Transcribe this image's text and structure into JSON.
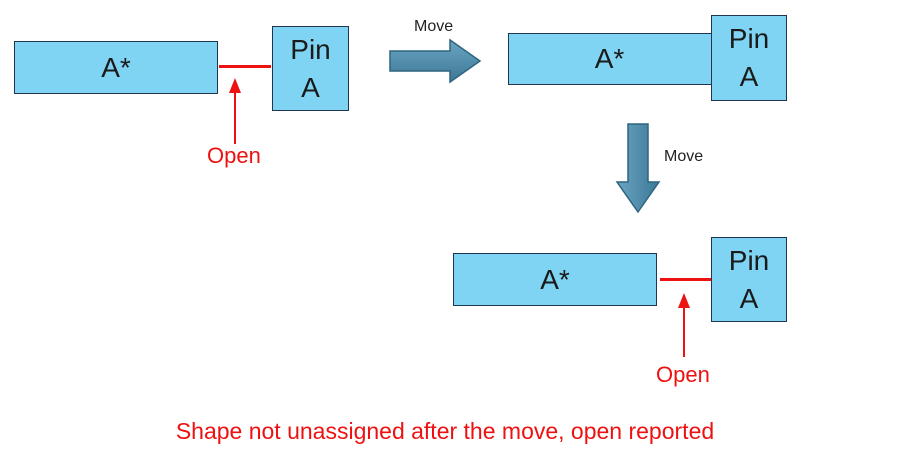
{
  "colors": {
    "box_fill": "#7fd4f4",
    "box_border": "#1f3550",
    "open_red": "#ee1111",
    "move_arrow": "#4a8aa8"
  },
  "before": {
    "shape_label": "A*",
    "pin_line1": "Pin",
    "pin_line2": "A",
    "open_label": "Open"
  },
  "moved": {
    "shape_label": "A*",
    "pin_line1": "Pin",
    "pin_line2": "A"
  },
  "after": {
    "shape_label": "A*",
    "pin_line1": "Pin",
    "pin_line2": "A",
    "open_label": "Open"
  },
  "move_right_label": "Move",
  "move_down_label": "Move",
  "caption": "Shape not unassigned after the move, open reported"
}
